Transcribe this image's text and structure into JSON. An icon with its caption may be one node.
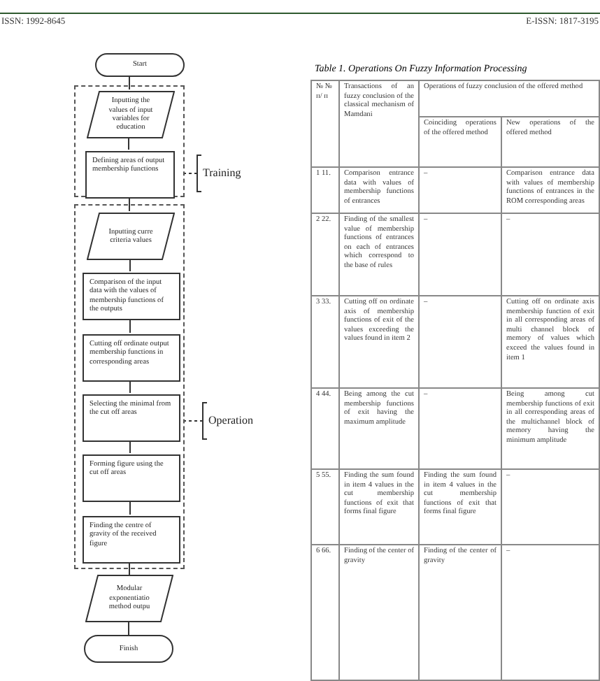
{
  "diagram": {
    "nodes": [
      {
        "text": [
          "Start"
        ]
      },
      {
        "text": [],
        "shape": "box"
      },
      {
        "text": [
          "Inputting the values of input variables for education"
        ],
        "in": 1
      },
      {
        "text": [
          "Defining areas of output membership functions"
        ],
        "in": 1
      },
      {
        "text": [
          "Training"
        ]
      },
      {
        "text": [],
        "shape": "box"
      },
      {
        "text": [
          "Inputting curre criteria values"
        ],
        "in": 5
      },
      {
        "text": [
          "Comparison of the input data with the values of membership functions of the outputs"
        ],
        "in": 5
      },
      {
        "text": [
          "Cutting off ordinate output membership functions in corresponding areas"
        ],
        "in": 5
      },
      {
        "text": [
          "Selecting the minimal from the cut off areas"
        ],
        "in": 5
      },
      {
        "text": [
          "Forming figure using the cut off areas"
        ],
        "in": 5
      },
      {
        "text": [
          "Finding the centre of gravity of the received figure"
        ],
        "in": 5
      },
      {
        "text": [
          "Operation"
        ]
      },
      {
        "text": [
          "Modular exponentiatio method outpu"
        ]
      },
      {
        "text": [
          "Finish"
        ]
      }
    ],
    "edges": [
      {
        "from": 0,
        "to": 2,
        "arrow": "none"
      },
      {
        "from": 2,
        "to": 3,
        "arrow": "none"
      },
      {
        "from": 3,
        "to": 6,
        "arrow": "none"
      },
      {
        "from": 6,
        "to": 7,
        "arrow": "none"
      },
      {
        "from": 7,
        "to": 8,
        "arrow": "none"
      },
      {
        "from": 8,
        "to": 9,
        "arrow": "none"
      },
      {
        "from": 9,
        "to": 10,
        "arrow": "none"
      },
      {
        "from": 10,
        "to": 11,
        "arrow": "none"
      },
      {
        "from": 11,
        "to": 13,
        "arrow": "none"
      },
      {
        "from": 13,
        "to": 14,
        "arrow": "none"
      },
      {
        "from": 4,
        "to": 1,
        "arrow": "none",
        "style": "dashed"
      },
      {
        "from": 12,
        "to": 5,
        "arrow": "none",
        "style": "dashed"
      }
    ],
    "labels": [
      "ISSN: 1992-8645",
      "E-ISSN: 1817-3195",
      "Table 1. Operations On Fuzzy Information Processing",
      "№ № п/ п",
      "Transactions of an fuzzy conclusion of the classical mechanism of Mamdani",
      "Operations of fuzzy conclusion of the offered method",
      "Coinciding operations of the offered method",
      "New operations of the offered method",
      "1 11.",
      "Comparison entrance data with values of membership functions of entrances",
      "–",
      "Comparison entrance data with values of membership functions of entrances in the ROM corresponding areas",
      "2 22.",
      "Finding of the smallest value of membership functions of entrances on each of entrances which correspond to the base of rules",
      "–",
      "–",
      "3 33.",
      "Cutting off on ordinate axis of membership functions of exit of the values exceeding the values found in item 2",
      "–",
      "Cutting off on ordinate axis membership function of exit in all corresponding areas of multi channel block of memory of values which exceed the values found in item 1",
      "4 44.",
      "Being among the cut membership functions of exit having the maximum amplitude",
      "–",
      "Being among cut membership functions of exit in all corresponding areas of the multichannel block of memory having the minimum amplitude",
      "5 55.",
      "Finding the sum found in item 4 values in the cut membership functions of exit that forms final figure",
      "Finding the sum found in item 4 values in the cut membership functions of exit that forms final figure",
      "–",
      "6 66.",
      "Finding of the center of gravity",
      "Finding of the center of gravity",
      "–"
    ]
  }
}
